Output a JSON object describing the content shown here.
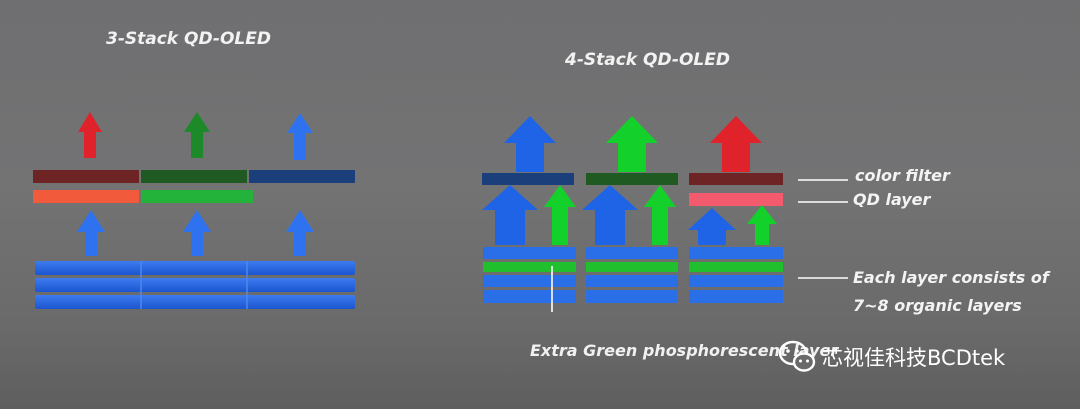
{
  "titles": {
    "left": "3-Stack QD-OLED",
    "right": "4-Stack QD-OLED"
  },
  "legend": {
    "color_filter": "color filter",
    "qd_layer": "QD layer",
    "layers_line1": "Each layer consists of",
    "layers_line2": "7~8 organic layers"
  },
  "caption": "Extra Green phosphorescent layer",
  "watermark": "芯视佳科技BCDtek",
  "colors": {
    "blue": "#1f63e6",
    "green": "#14d02a",
    "red": "#e0232a",
    "filter_red": "#6e2424",
    "filter_green": "#1e5a22",
    "filter_blue": "#1b3f7a",
    "qd_red": "#f15a3a",
    "qd_green": "#23b33a",
    "qd_pink": "#f45a6e"
  }
}
